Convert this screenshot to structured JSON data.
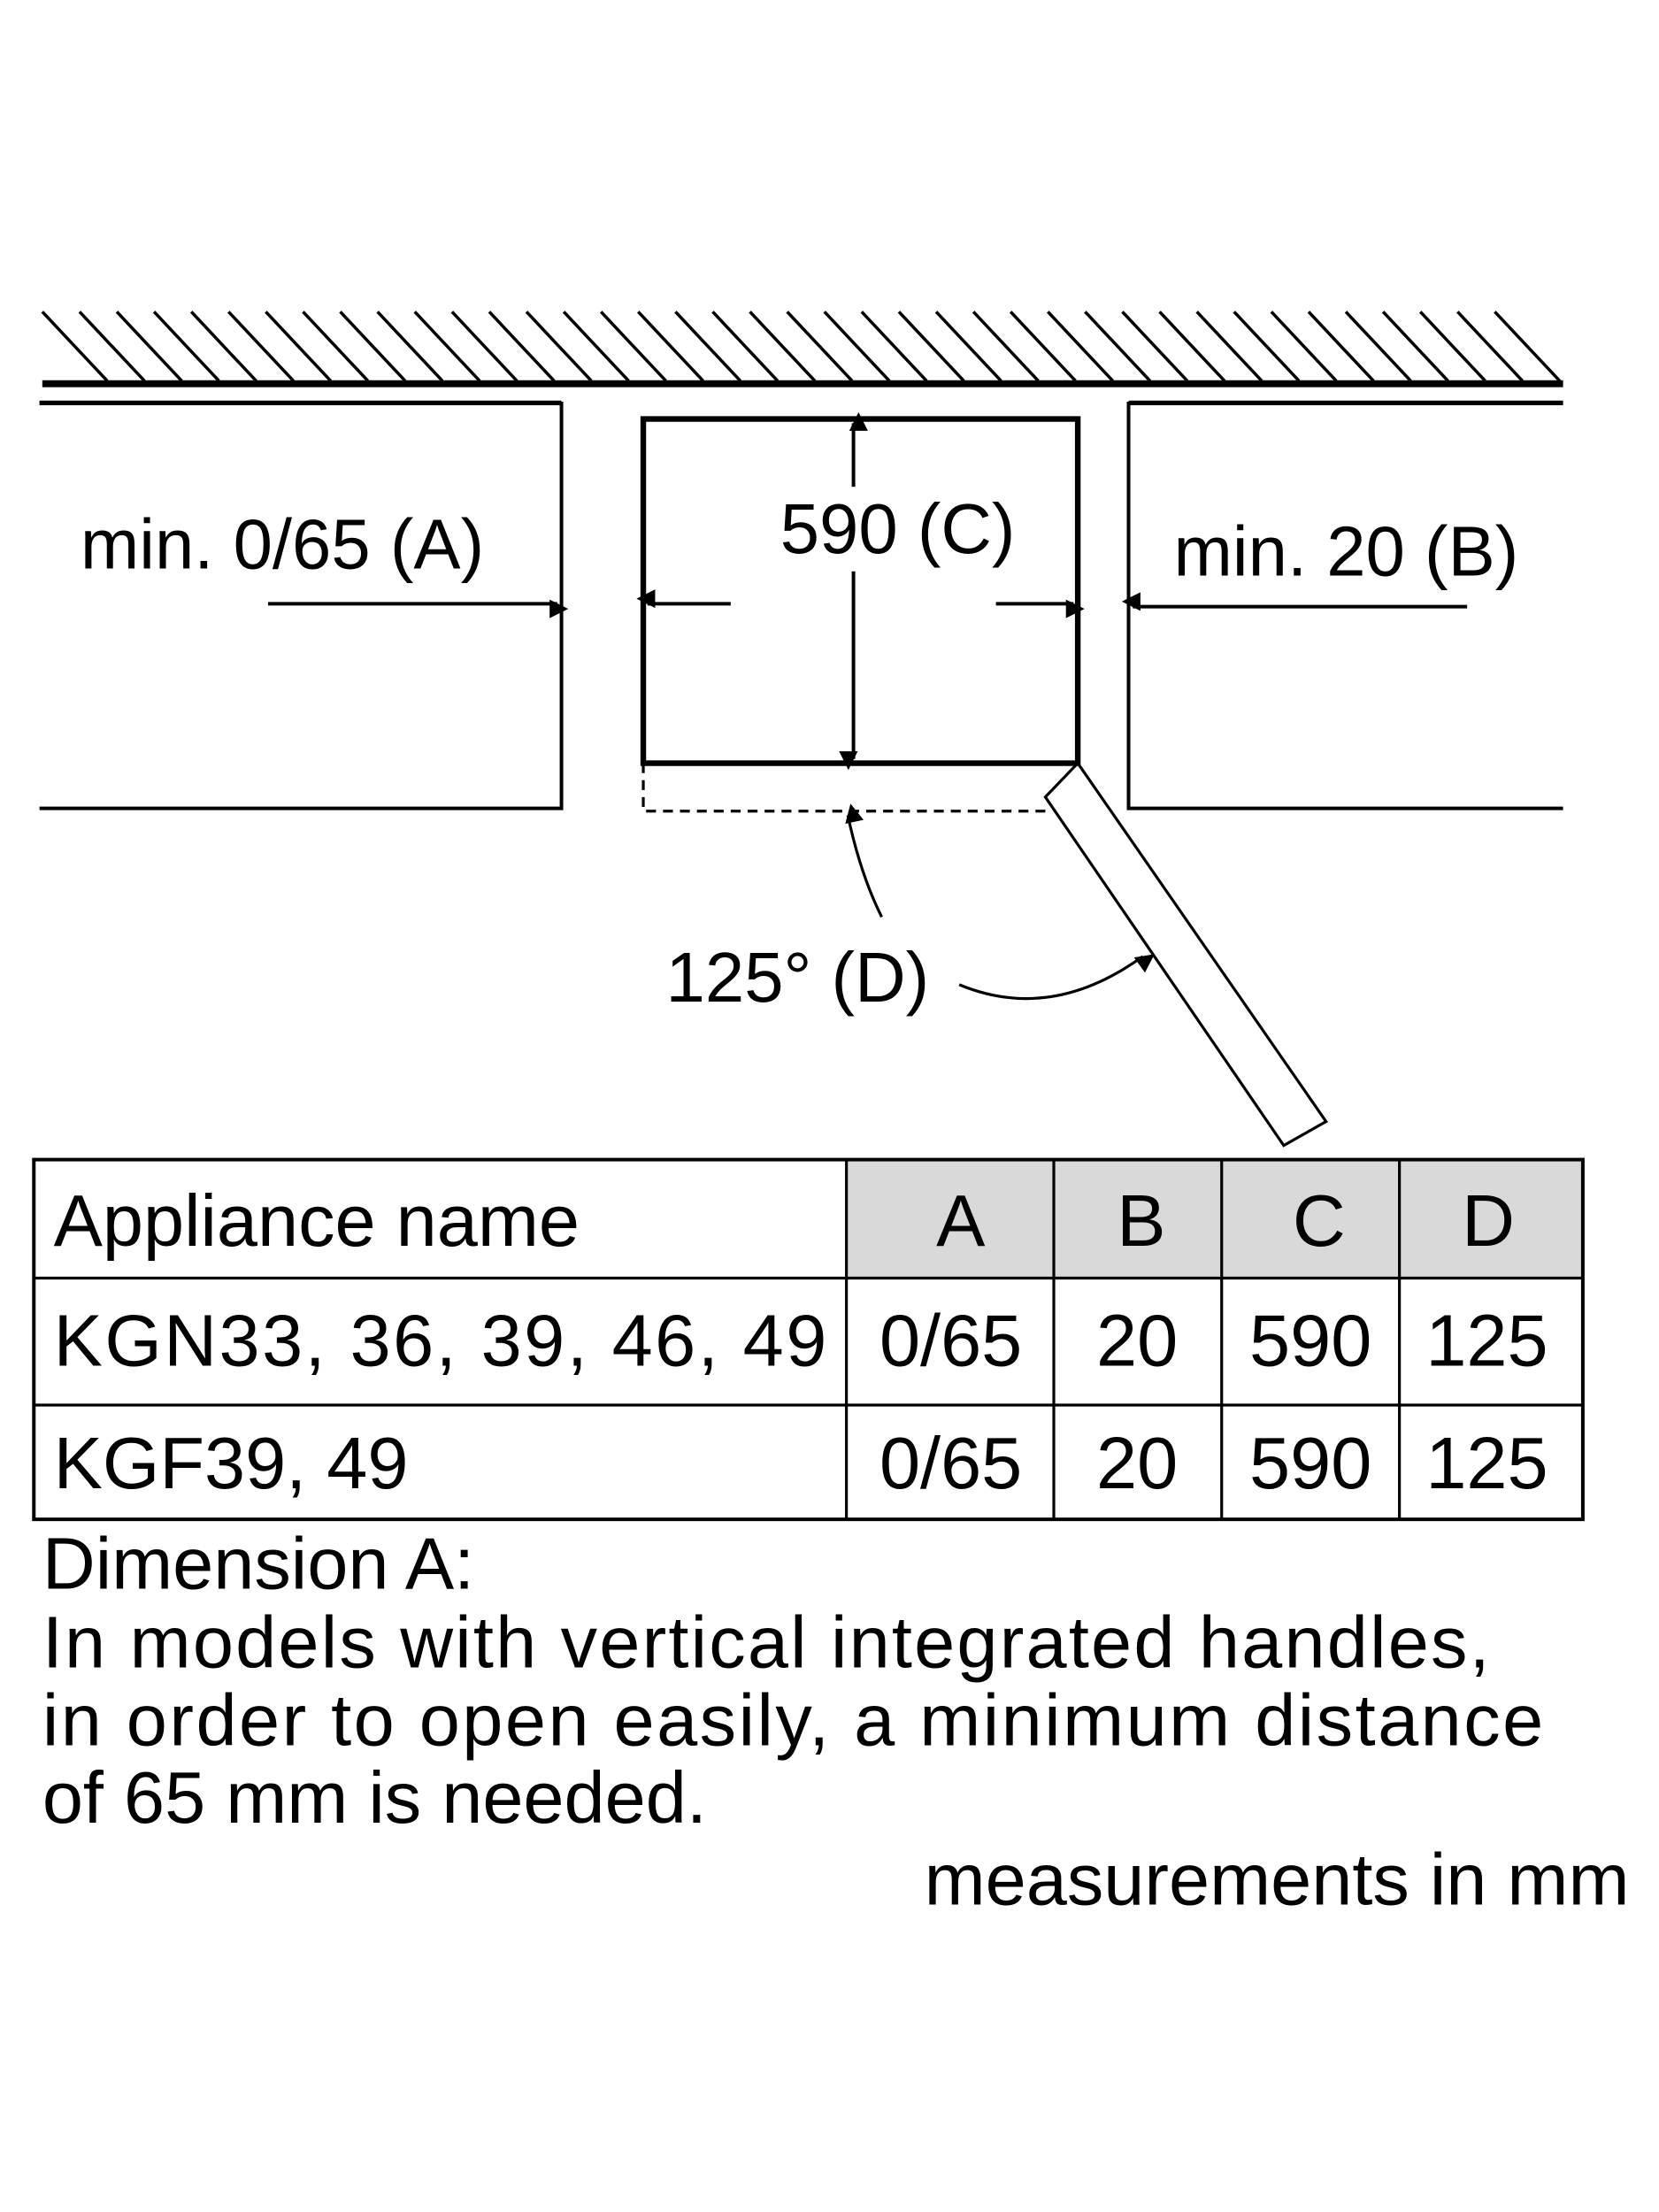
{
  "diagram": {
    "label_a": "min. 0/65 (A)",
    "label_b": "min. 20 (B)",
    "label_c": "590 (C)",
    "label_d": "125° (D)"
  },
  "table": {
    "headers": [
      "Appliance name",
      "A",
      "B",
      "C",
      "D"
    ],
    "header_fill": "#d9d9d9",
    "rows": [
      [
        "KGN33, 36, 39, 46, 49",
        "0/65",
        "20",
        "590",
        "125"
      ],
      [
        "KGF39, 49",
        "0/65",
        "20",
        "590",
        "125"
      ]
    ]
  },
  "notes": {
    "title": "Dimension A:",
    "lines": [
      "In models with vertical integrated handles,",
      "in order to open easily, a minimum distance",
      "of 65 mm is needed."
    ],
    "units": "measurements in mm"
  }
}
